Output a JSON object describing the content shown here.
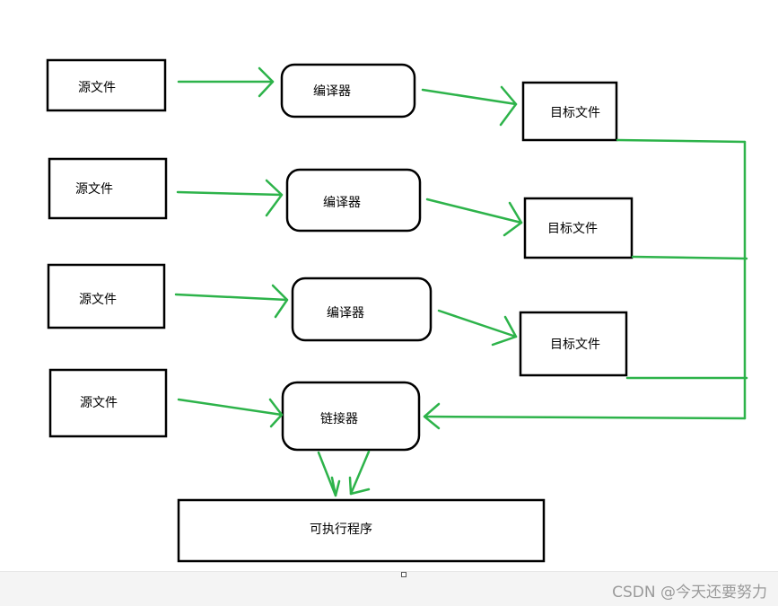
{
  "nodes": {
    "source_1": "源文件",
    "source_2": "源文件",
    "source_3": "源文件",
    "source_4": "源文件",
    "compiler_1": "编译器",
    "compiler_2": "编译器",
    "compiler_3": "编译器",
    "linker": "链接器",
    "object_1": "目标文件",
    "object_2": "目标文件",
    "object_3": "目标文件",
    "executable": "可执行程序"
  },
  "edges": [
    {
      "from": "source_1",
      "to": "compiler_1"
    },
    {
      "from": "compiler_1",
      "to": "object_1"
    },
    {
      "from": "source_2",
      "to": "compiler_2"
    },
    {
      "from": "compiler_2",
      "to": "object_2"
    },
    {
      "from": "source_3",
      "to": "compiler_3"
    },
    {
      "from": "compiler_3",
      "to": "object_3"
    },
    {
      "from": "source_4",
      "to": "linker"
    },
    {
      "from": "object_1",
      "to": "linker"
    },
    {
      "from": "object_2",
      "to": "linker"
    },
    {
      "from": "object_3",
      "to": "linker"
    },
    {
      "from": "linker",
      "to": "executable"
    }
  ],
  "colors": {
    "edge": "#2db34a",
    "node_border": "#000000",
    "footer_background": "#f4f4f4",
    "watermark": "#9a9a9a"
  },
  "watermark": "CSDN @今天还要努力"
}
